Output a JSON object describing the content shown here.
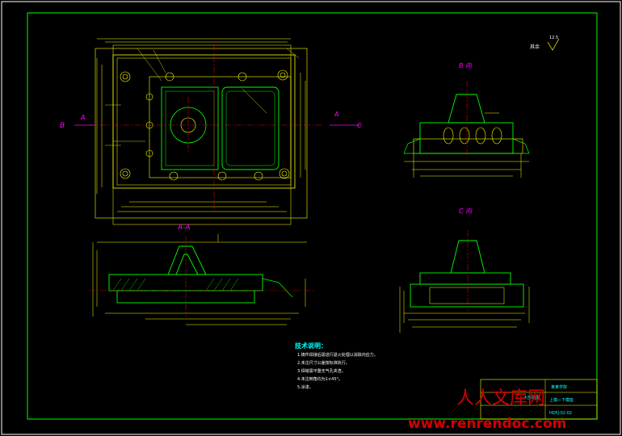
{
  "views": {
    "top_section_left": "B",
    "top_section_a_left": "A",
    "top_section_a_right": "A",
    "top_section_right": "C",
    "view_b": "B 向",
    "view_c": "C 向",
    "section_aa": "A-A"
  },
  "roughness": {
    "value": "12.5",
    "label": "其余"
  },
  "notes": {
    "title": "技术说明：",
    "items": [
      "1.铸件焊接后需进行退火处理以消除内应力。",
      "2.未注尺寸公差按标准执行。",
      "3.焊缝需平整无气孔夹渣。",
      "4.未注倒角均为1×45°。",
      "5.涂漆。"
    ]
  },
  "title_block": {
    "drawing_name": "大剖视图",
    "part_name": "上模—下模座",
    "drawing_no": "HDFJ-02-02",
    "sub_label": "某某学院"
  },
  "watermark": {
    "cn": "人人文库网",
    "url": "www.renrendoc.com"
  },
  "colors": {
    "background": "#000000",
    "frame": "#00ff00",
    "dimension": "#ffff00",
    "geometry": "#00ff00",
    "centerline": "#ff0000",
    "section_label": "#ff00ff",
    "note_title": "#00ffff",
    "watermark": "#e60000"
  }
}
